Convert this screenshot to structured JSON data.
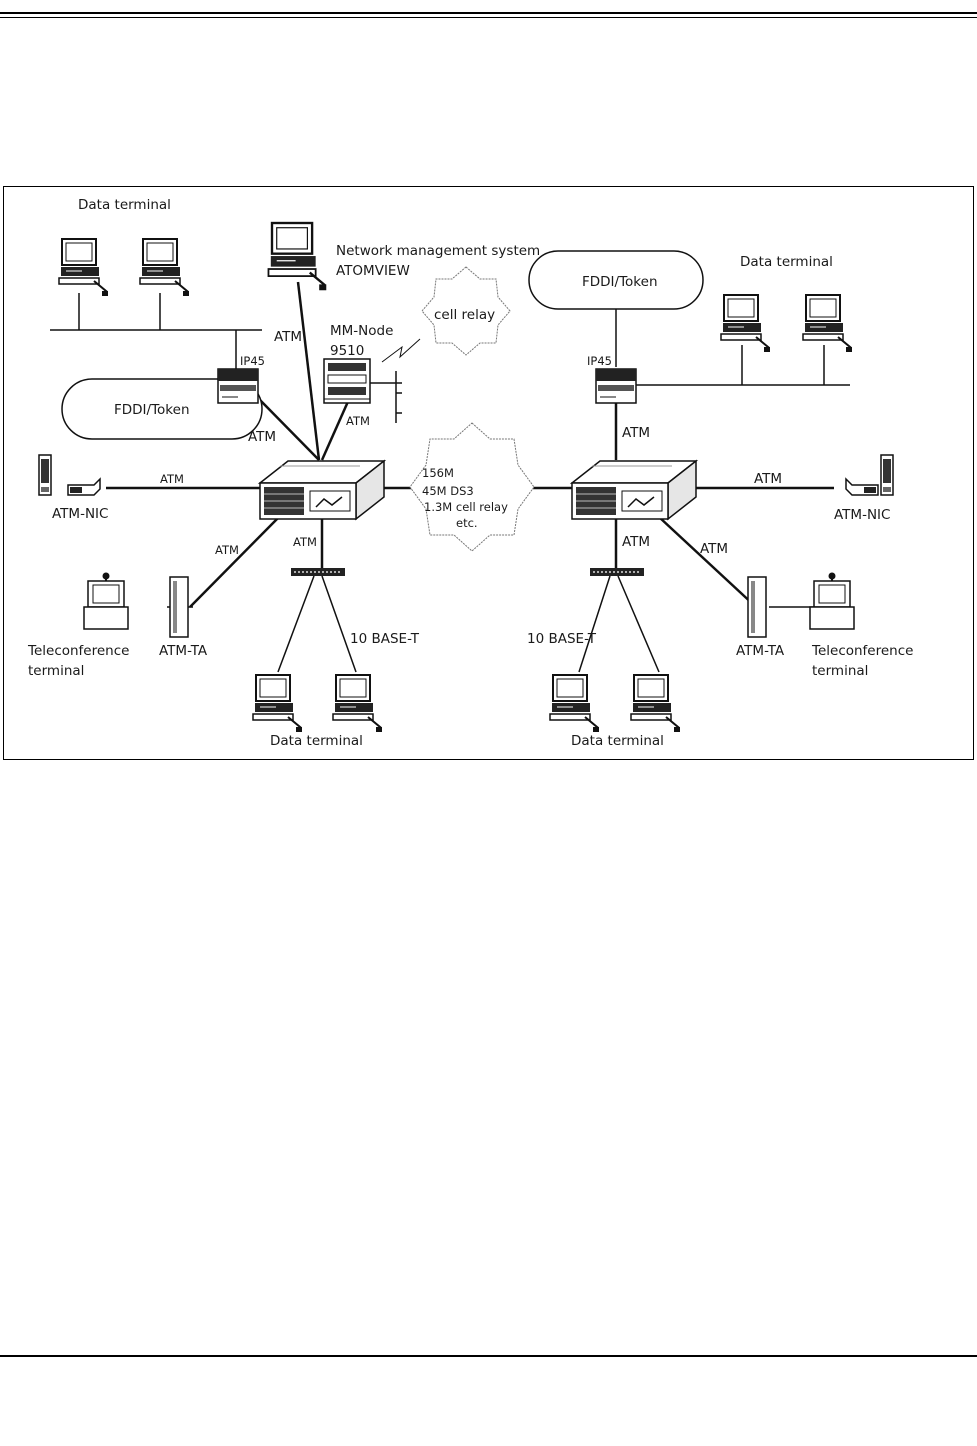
{
  "labels": {
    "data_terminal_tl": "Data terminal",
    "nms_line1": "Network management system",
    "nms_line2": "ATOMVIEW",
    "mmnode_line1": "MM-Node",
    "mmnode_line2": "9510",
    "cell_relay_cloud": "cell relay",
    "fddi_left": "FDDI/Token",
    "fddi_right": "FDDI/Token",
    "data_terminal_tr": "Data terminal",
    "ip45_left": "IP45",
    "ip45_right": "IP45",
    "atm_nms": "ATM",
    "atm_mmnode": "ATM",
    "atm_ip45_left": "ATM",
    "atm_ip45_right": "ATM",
    "atm_nic_left_link": "ATM",
    "atm_nic_right_link": "ATM",
    "atm_ta_left_link": "ATM",
    "atm_ta_right_link": "ATM",
    "atm_hub_left": "ATM",
    "atm_hub_right": "ATM",
    "trunk_line1": "156M",
    "trunk_line2": "45M DS3",
    "trunk_line3": "1.3M cell relay",
    "trunk_line4": "etc.",
    "atm_nic_left": "ATM-NIC",
    "atm_nic_right": "ATM-NIC",
    "atm_ta_left": "ATM-TA",
    "atm_ta_right": "ATM-TA",
    "telecon_left_line1": "Teleconference",
    "telecon_left_line2": "terminal",
    "telecon_right_line1": "Teleconference",
    "telecon_right_line2": "terminal",
    "base_t_left": "10 BASE-T",
    "base_t_right": "10 BASE-T",
    "data_terminal_bl": "Data terminal",
    "data_terminal_br": "Data terminal"
  }
}
